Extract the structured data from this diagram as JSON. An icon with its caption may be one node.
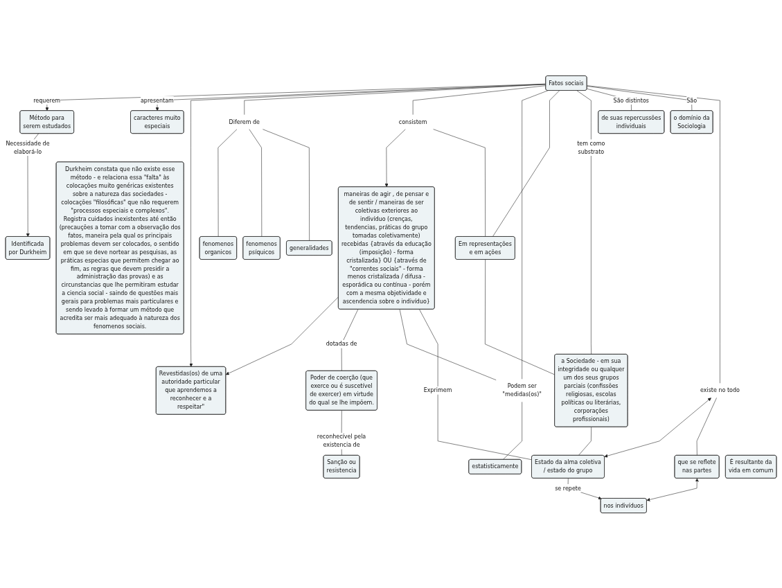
{
  "diagram": {
    "nodes": [
      {
        "text": [
          "Durkheim constata que não existe esse método - e relaciona essa \"falta\" às colocações muito genéricas existentes sobre a natureza das sociedades - colocações \"filosóficas\" que não requerem \"processos especiais e complexos\". Registra cuidados inexistentes até então (precauções a tomar com a observação dos fatos, maneira pela qual os principais problemas devem ser colocados, o sentido em que se deve nortear as pesquisas, as práticas especias que permitem chegar ao fim, as regras que devem presidir a administração das provas) e as circunstancias que lhe permitiram estudar a ciencia social - saindo de questões mais gerais para problemas mais particulares e sendo levado à formar um método que acredita ser mais adequado à natureza dos fenomenos sociais."
        ]
      },
      {
        "text": [
          "Identificada por Durkheim"
        ]
      },
      {
        "text": [
          "Revestidas(os) de uma autoridade particular que aprendemos a reconhecer e a respeitar\""
        ]
      },
      {
        "text": [
          "Método para serem estudados"
        ]
      },
      {
        "text": [
          "caracteres muito especiais"
        ]
      },
      {
        "text": [
          "maneiras de agir , de pensar e de sentir / maneiras de ser coletivas exteriores ao indivíduo (crenças, tendencias, práticas do grupo tomadas coletivamente) recebidas {através da educação (imposição) - forma cristalizada} OU {através de \"correntes sociais\" - forma menos cristalizada / difusa - esporádica ou contínua - porém com a mesma objetividade e ascendencia sobre o indivíduo}"
        ]
      },
      {
        "text": [
          "Diferem de"
        ]
      },
      {
        "text": [
          "Fatos sociais"
        ]
      },
      {
        "text": [
          "consistem"
        ]
      },
      {
        "text": [
          "fenomenos organicos"
        ]
      },
      {
        "text": [
          "fenomenos psíquicos"
        ]
      },
      {
        "text": [
          "Poder de coerção (que exerce ou é suscetível de exercer) em virtude do qual se lhe impõem."
        ]
      },
      {
        "text": [
          "Em representações e em ações"
        ]
      },
      {
        "text": [
          "Podem ser \"medidas(os)\""
        ]
      },
      {
        "text": [
          "generalidades"
        ]
      },
      {
        "text": [
          "estatisticamente"
        ]
      },
      {
        "text": [
          "a Sociedade - em sua integridade ou qualquer um dos seus grupos parciais (confissões religiosas, escolas políticas ou literárias, corporações profissionais)"
        ]
      },
      {
        "text": [
          "de suas repercussões individuais"
        ]
      },
      {
        "text": [
          "Sanção ou resistencia"
        ]
      },
      {
        "text": [
          "o domínio da Sociologia"
        ]
      },
      {
        "text": [
          "Estado da alma coletiva / estado do grupo"
        ]
      },
      {
        "text": [
          "existe no todo"
        ]
      },
      {
        "text": [
          "É resultante da vida em comum"
        ]
      },
      {
        "text": [
          "que se reflete nas partes"
        ]
      },
      {
        "text": [
          "nos indivíduos"
        ]
      }
    ],
    "edges": [
      {
        "from": 3,
        "to": 1,
        "arrow": "to",
        "label": "Necessidade de elaborá-lo"
      },
      {
        "from": 7,
        "to": 3,
        "arrow": "to",
        "label": "requerem"
      },
      {
        "from": 7,
        "to": 4,
        "arrow": "to",
        "label": "apresentam"
      },
      {
        "from": 7,
        "to": 2,
        "arrow": "to"
      },
      {
        "from": 5,
        "to": 2,
        "arrow": "to"
      },
      {
        "from": 7,
        "to": 6,
        "arrow": "none"
      },
      {
        "from": 6,
        "to": 9,
        "arrow": "none"
      },
      {
        "from": 6,
        "to": 10,
        "arrow": "none"
      },
      {
        "from": 6,
        "to": 14,
        "arrow": "none"
      },
      {
        "from": 7,
        "to": 8,
        "arrow": "none"
      },
      {
        "from": 8,
        "to": 5,
        "arrow": "to"
      },
      {
        "from": 8,
        "to": 12,
        "arrow": "none"
      },
      {
        "from": 5,
        "to": 11,
        "arrow": "none",
        "label": "dotadas de"
      },
      {
        "from": 11,
        "to": 18,
        "arrow": "none",
        "label": "reconhecível pela existencia de"
      },
      {
        "from": 7,
        "to": 13,
        "arrow": "none"
      },
      {
        "from": 5,
        "to": 13,
        "arrow": "none"
      },
      {
        "from": 13,
        "to": 15,
        "arrow": "none"
      },
      {
        "from": 7,
        "to": 12,
        "arrow": "none"
      },
      {
        "from": 12,
        "to": 16,
        "arrow": "none"
      },
      {
        "from": 7,
        "to": 16,
        "arrow": "none",
        "label": "tem como substrato"
      },
      {
        "from": 7,
        "to": 17,
        "arrow": "none",
        "label": "São distintos"
      },
      {
        "from": 7,
        "to": 19,
        "arrow": "none",
        "label": "São"
      },
      {
        "from": 5,
        "to": 20,
        "arrow": "none",
        "label": "Exprimem"
      },
      {
        "from": 16,
        "to": 20,
        "arrow": "none"
      },
      {
        "from": 7,
        "to": 21,
        "arrow": "none"
      },
      {
        "from": 21,
        "to": 20,
        "arrow": "both"
      },
      {
        "from": 21,
        "to": 23,
        "arrow": "none"
      },
      {
        "from": 23,
        "to": 24,
        "arrow": "both"
      },
      {
        "from": 20,
        "to": 24,
        "arrow": "to",
        "label": "se repete"
      }
    ]
  }
}
